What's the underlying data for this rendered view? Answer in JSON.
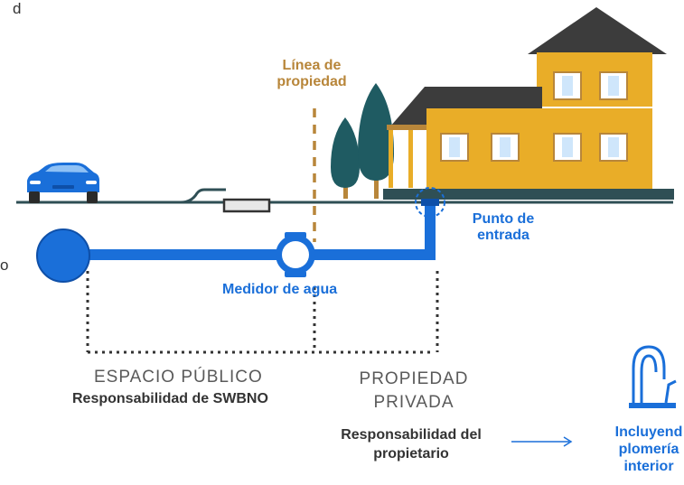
{
  "colors": {
    "pipe": "#1a6fd9",
    "pipe_dark": "#0e4fa8",
    "property_line": "#b8863a",
    "house_wall": "#e9ad28",
    "roof": "#3c3c3c",
    "tree": "#1f5b62",
    "ground": "#2f4f55",
    "text_dark": "#333333",
    "text_gray": "#5a5a5a"
  },
  "icons": [
    "car-icon",
    "house-icon",
    "tree-icon",
    "water-meter-icon",
    "faucet-icon",
    "arrow-right-icon"
  ],
  "labels": {
    "cut_top": "d",
    "cut_left": "o",
    "property_line": [
      "Línea de",
      "propiedad"
    ],
    "entry_point": [
      "Punto de",
      "entrada"
    ],
    "water_meter": "Medidor de agua",
    "public_space_title": "ESPACIO PÚBLICO",
    "public_space_resp": "Responsabilidad de SWBNO",
    "private_title": [
      "PROPIEDAD",
      "PRIVADA"
    ],
    "private_resp": [
      "Responsabilidad del",
      "propietario"
    ],
    "includes": [
      "Incluyend",
      "plomería",
      "interior"
    ]
  }
}
